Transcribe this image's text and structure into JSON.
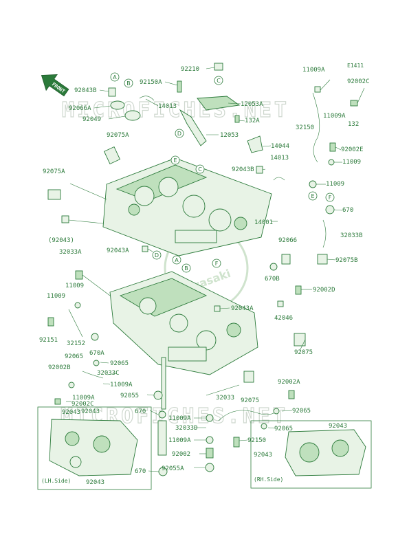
{
  "ref_code": "E1411",
  "front_arrow": "FRONT",
  "watermark": "MICROFICHES.NET",
  "logo_text": "Kawasaki",
  "circle_refs": [
    "A",
    "B",
    "C",
    "D",
    "E",
    "F"
  ],
  "parts": [
    "92210",
    "11009A",
    "92002C",
    "92043B",
    "92150A",
    "C",
    "14013",
    "12053A",
    "92066A",
    "11009A",
    "32150",
    "92049",
    "132A",
    "132",
    "D",
    "12053",
    "92002E",
    "92075A",
    "14044",
    "11009",
    "92043B",
    "14013",
    "92075A",
    "11009",
    "E",
    "670",
    "14001",
    "(92043)",
    "32033B",
    "92066",
    "92043A",
    "32033A",
    "92075B",
    "11009",
    "670B",
    "92002D",
    "11009",
    "92043A",
    "42046",
    "32152",
    "92151",
    "670A",
    "92065",
    "92075",
    "92065",
    "32033C",
    "92002B",
    "11009A",
    "92002A",
    "32033",
    "92055",
    "92075",
    "11009A",
    "92002C",
    "92043",
    "92065",
    "670",
    "11009A",
    "32033D",
    "92065",
    "92043",
    "92150",
    "11009A",
    "92002",
    "92043",
    "670",
    "92055A",
    "92043"
  ],
  "inset_left": {
    "caption": "(LH.Side)",
    "labels": [
      "92043",
      "92043"
    ]
  },
  "inset_right": {
    "caption": "(RH.Side)",
    "labels": [
      "92043",
      "92043"
    ]
  }
}
